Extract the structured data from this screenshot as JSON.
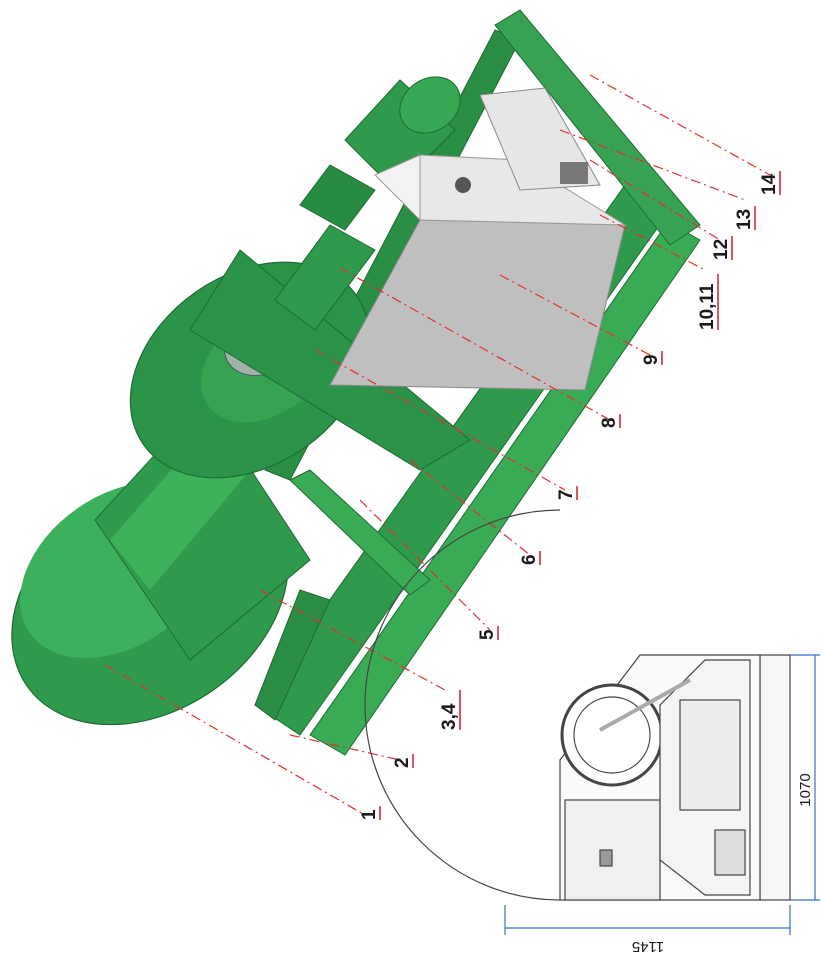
{
  "callouts": [
    {
      "id": "1",
      "label": "1"
    },
    {
      "id": "2",
      "label": "2"
    },
    {
      "id": "3-4",
      "label": "3,4"
    },
    {
      "id": "5",
      "label": "5"
    },
    {
      "id": "6",
      "label": "6"
    },
    {
      "id": "7",
      "label": "7"
    },
    {
      "id": "8",
      "label": "8"
    },
    {
      "id": "9",
      "label": "9"
    },
    {
      "id": "10-11",
      "label": "10,11"
    },
    {
      "id": "12",
      "label": "12"
    },
    {
      "id": "13",
      "label": "13"
    },
    {
      "id": "14",
      "label": "14"
    }
  ],
  "dimensions": {
    "height": "1070",
    "width": "1145"
  },
  "colors": {
    "body_green": "#2f9a4c",
    "dark_green": "#1f7a38",
    "light_green": "#4cbf6a",
    "panel_gray": "#bfbfbf",
    "panel_white": "#f2f2f2",
    "leader_red": "#e03030",
    "dim_blue": "#3a6fc8"
  }
}
